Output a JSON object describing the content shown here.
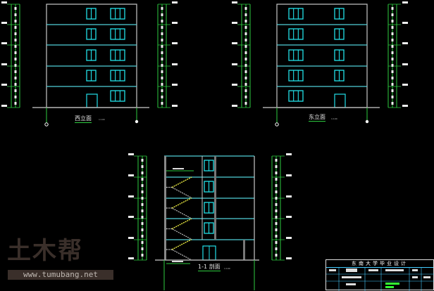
{
  "drawings": {
    "west_elevation": {
      "title": "西立面",
      "scale": "1:100"
    },
    "east_elevation": {
      "title": "东立面",
      "scale": "1:100"
    },
    "section": {
      "title": "1-1 剖面",
      "scale": "1:100"
    }
  },
  "title_block": {
    "title": "东南大学毕业设计"
  },
  "watermark": {
    "logo": "土木帮",
    "url": "www.tumubang.net"
  },
  "colors": {
    "wall": "#c8c8c8",
    "window": "#22e0e8",
    "dimension": "#2ecc40",
    "stair": "#e8e840",
    "floor": "#4fd0d8"
  }
}
